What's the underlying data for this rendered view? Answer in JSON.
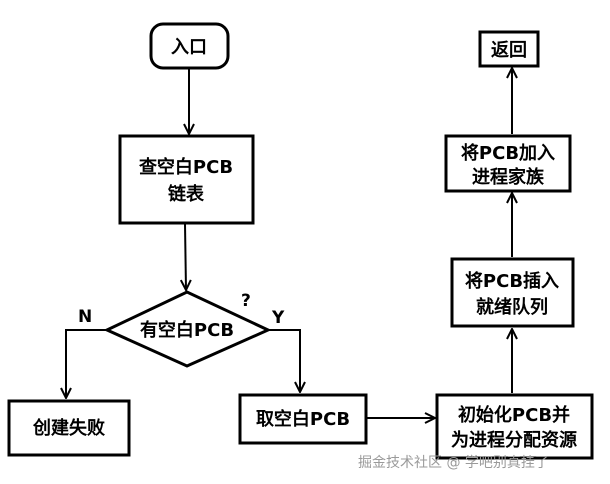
{
  "nodes": {
    "entry": "入口",
    "lookup_line1": "查空白PCB",
    "lookup_line2": "链表",
    "decision": "有空白PCB",
    "fail": "创建失败",
    "take": "取空白PCB",
    "init_line1": "初始化PCB并",
    "init_line2": "为进程分配资源",
    "ready_line1": "将PCB插入",
    "ready_line2": "就绪队列",
    "family_line1": "将PCB加入",
    "family_line2": "进程家族",
    "ret": "返回"
  },
  "branch_labels": {
    "no": "N",
    "yes": "Y",
    "question": "?"
  },
  "watermark": "掘金技术社区 @ 学吧别真挂了"
}
